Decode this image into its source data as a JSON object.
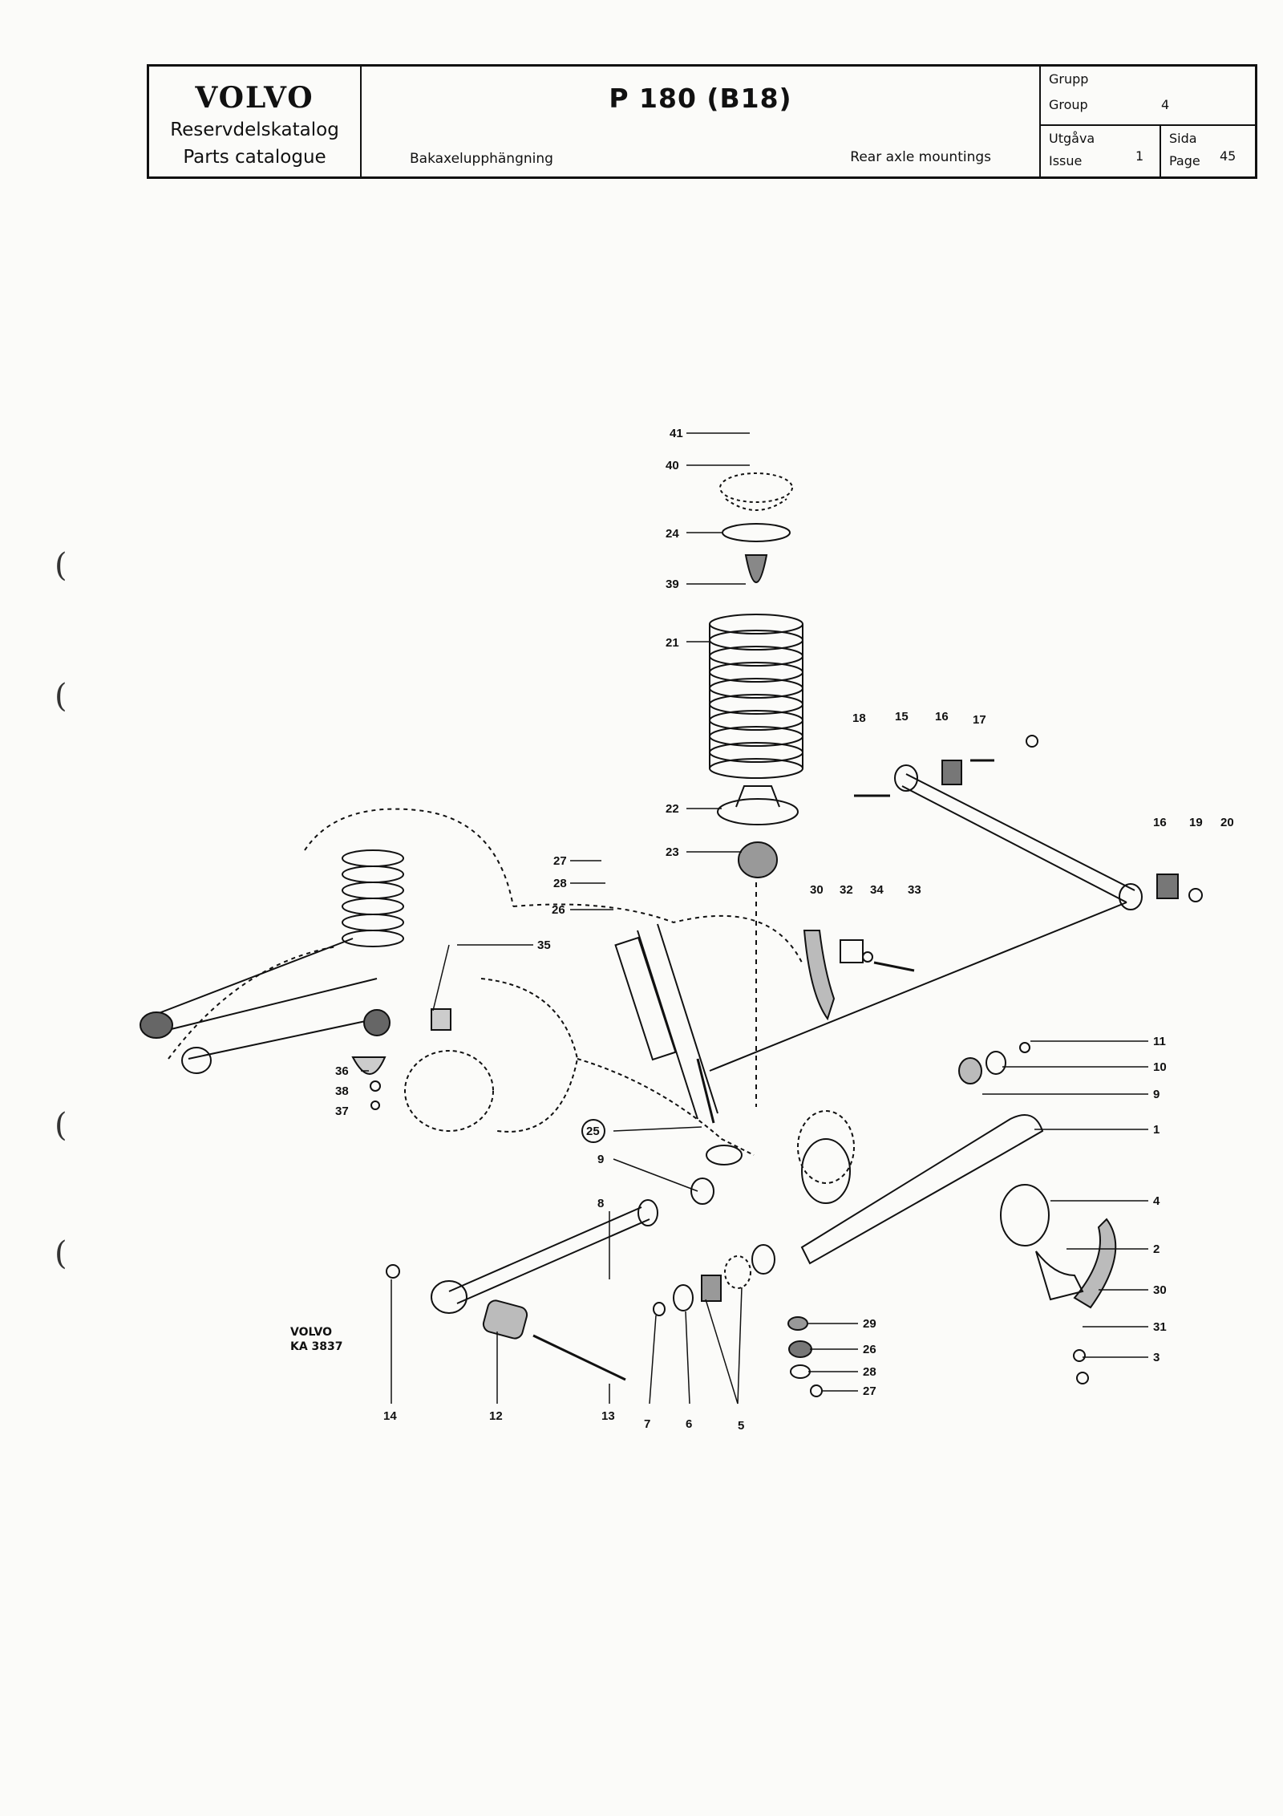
{
  "header": {
    "brand": "VOLVO",
    "subtitle_sv": "Reservdelskatalog",
    "subtitle_en": "Parts catalogue",
    "model": "P 180 (B18)",
    "section_sv": "Bakaxelupphängning",
    "section_en": "Rear axle mountings",
    "group_label_sv": "Grupp",
    "group_label_en": "Group",
    "group_value": "4",
    "issue_label_sv": "Utgåva",
    "issue_label_en": "Issue",
    "issue_value": "1",
    "page_label_sv": "Sida",
    "page_label_en": "Page",
    "page_value": "45"
  },
  "caption": {
    "line1": "VOLVO",
    "line2": "KA 3837"
  },
  "callouts": [
    "41",
    "40",
    "24",
    "39",
    "21",
    "18",
    "15",
    "16",
    "17",
    "22",
    "16",
    "19",
    "20",
    "23",
    "27",
    "28",
    "26",
    "30",
    "32",
    "34",
    "33",
    "35",
    "11",
    "10",
    "9",
    "1",
    "36",
    "38",
    "37",
    "25",
    "9",
    "8",
    "4",
    "2",
    "30",
    "29",
    "26",
    "28",
    "27",
    "31",
    "3",
    "14",
    "12",
    "13",
    "7",
    "6",
    "5"
  ]
}
